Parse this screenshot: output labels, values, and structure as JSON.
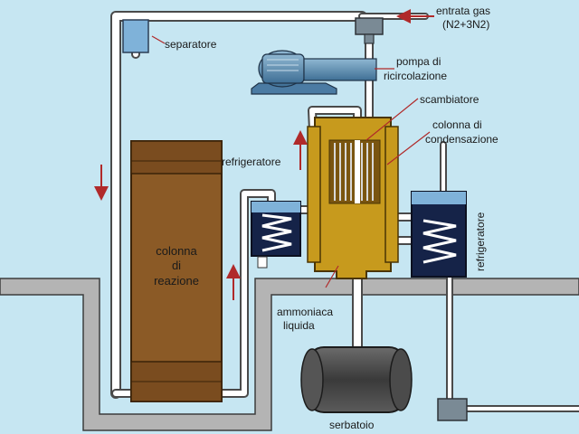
{
  "labels": {
    "gas_inlet_1": "entrata gas",
    "gas_inlet_2": "(N2+3N2)",
    "separator": "separatore",
    "recirc_pump_1": "pompa di",
    "recirc_pump_2": "ricircolazione",
    "exchanger": "scambiatore",
    "condensation_1": "colonna di",
    "condensation_2": "condensazione",
    "refrigerator_left": "refrigeratore",
    "refrigerator_right": "refrigeratore",
    "reaction_1": "colonna",
    "reaction_2": "di",
    "reaction_3": "reazione",
    "liquid_ammonia_1": "ammoniaca",
    "liquid_ammonia_2": "liquida",
    "tank": "serbatoio"
  },
  "colors": {
    "background": "#c6e6f2",
    "ground": "#b4b4b4",
    "pipe": "#ffffff",
    "reaction_column": "#8b5a26",
    "condenser_body": "#c79a1d",
    "pump": "#5d8fb4",
    "refrigerator_box": "#152348",
    "arrow": "#b02a2a",
    "tank": "#4a4a4a"
  },
  "icons": {
    "arrows": "flow-direction-arrow",
    "valve": "valve-icon",
    "pump": "pump-icon",
    "coil": "cooling-coil-icon"
  }
}
